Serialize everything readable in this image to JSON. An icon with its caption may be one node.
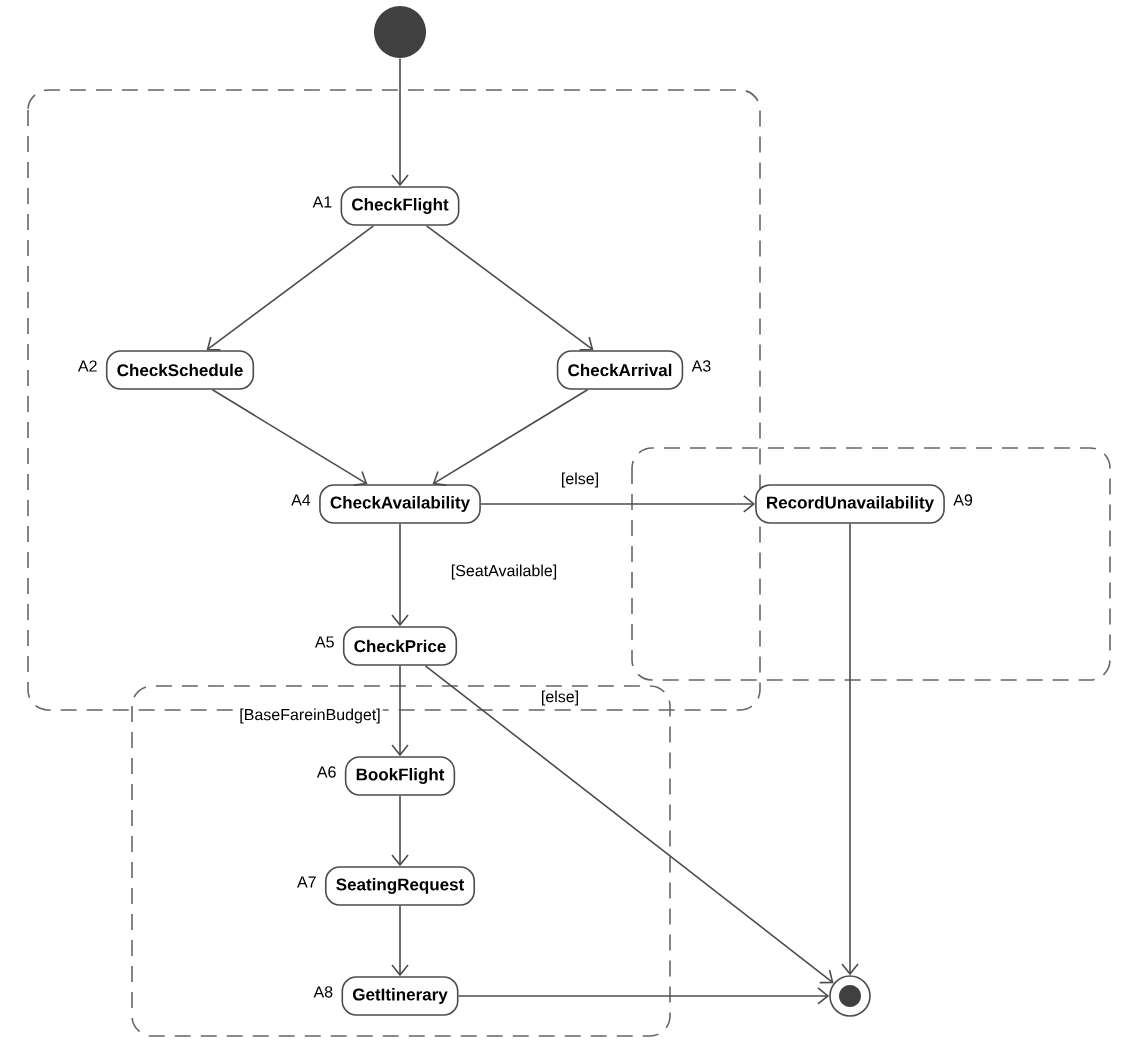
{
  "diagram": {
    "nodes": [
      {
        "text": [],
        "shape": "circle"
      },
      {
        "text": [
          "CheckFlight"
        ],
        "beside": [
          "A1"
        ]
      },
      {
        "text": [
          "CheckSchedule"
        ],
        "beside": [
          "A2"
        ]
      },
      {
        "text": [
          "CheckArrival"
        ],
        "beside": [
          "A3"
        ]
      },
      {
        "text": [
          "CheckAvailability"
        ],
        "beside": [
          "A4"
        ]
      },
      {
        "text": [
          "RecordUnavailability"
        ],
        "beside": [
          "A9"
        ]
      },
      {
        "text": [
          "CheckPrice"
        ],
        "beside": [
          "A5"
        ]
      },
      {
        "text": [
          "BookFlight"
        ],
        "beside": [
          "A6"
        ]
      },
      {
        "text": [
          "SeatingRequest"
        ],
        "beside": [
          "A7"
        ]
      },
      {
        "text": [
          "GetItinerary"
        ],
        "beside": [
          "A8"
        ]
      },
      {
        "text": [],
        "shape": "circle"
      }
    ],
    "edges": [
      {
        "from": 0,
        "to": 1,
        "arrow": "to"
      },
      {
        "from": 1,
        "to": 2,
        "arrow": "to"
      },
      {
        "from": 1,
        "to": 3,
        "arrow": "to"
      },
      {
        "from": 2,
        "to": 4,
        "arrow": "to"
      },
      {
        "from": 3,
        "to": 4,
        "arrow": "to"
      },
      {
        "from": 4,
        "to": 5,
        "arrow": "to",
        "label": "[else]"
      },
      {
        "from": 4,
        "to": 6,
        "arrow": "to",
        "label": "[SeatAvailable]"
      },
      {
        "from": 6,
        "to": 7,
        "arrow": "to",
        "label": "[BaseFareinBudget]"
      },
      {
        "from": 6,
        "to": 10,
        "arrow": "to",
        "label": "[else]"
      },
      {
        "from": 7,
        "to": 8,
        "arrow": "to"
      },
      {
        "from": 8,
        "to": 9,
        "arrow": "to"
      },
      {
        "from": 9,
        "to": 10,
        "arrow": "to"
      },
      {
        "from": 5,
        "to": 10,
        "arrow": "to"
      }
    ]
  }
}
